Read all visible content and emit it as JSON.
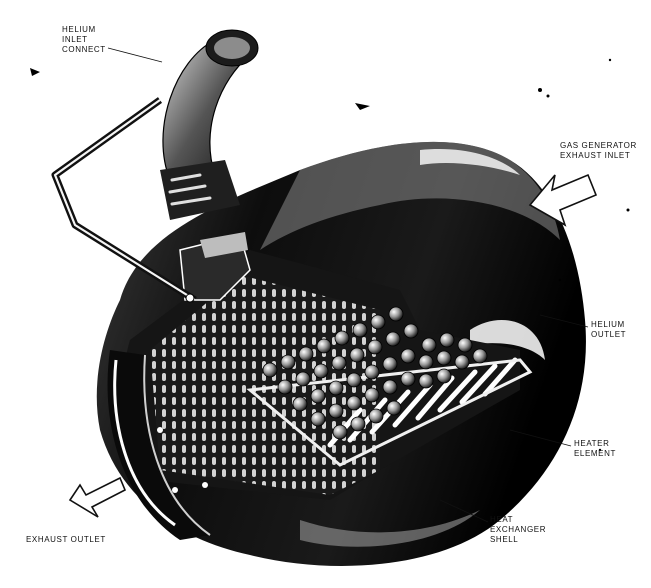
{
  "labels": {
    "helium_inlet": [
      "HELIUM",
      "INLET",
      "CONNECT"
    ],
    "gas_generator_inlet": [
      "GAS GENERATOR",
      "EXHAUST INLET"
    ],
    "helium_outlet": [
      "HELIUM",
      "OUTLET"
    ],
    "heater_element": [
      "HEATER",
      "ELEMENT"
    ],
    "heat_exchanger_shell": [
      "HEAT",
      "EXCHANGER",
      "SHELL"
    ],
    "exhaust_outlet": "EXHAUST OUTLET"
  },
  "colors": {
    "ink": "#111111",
    "paper": "#ffffff",
    "mid": "#6e6e6e",
    "light": "#c8c8c8"
  }
}
